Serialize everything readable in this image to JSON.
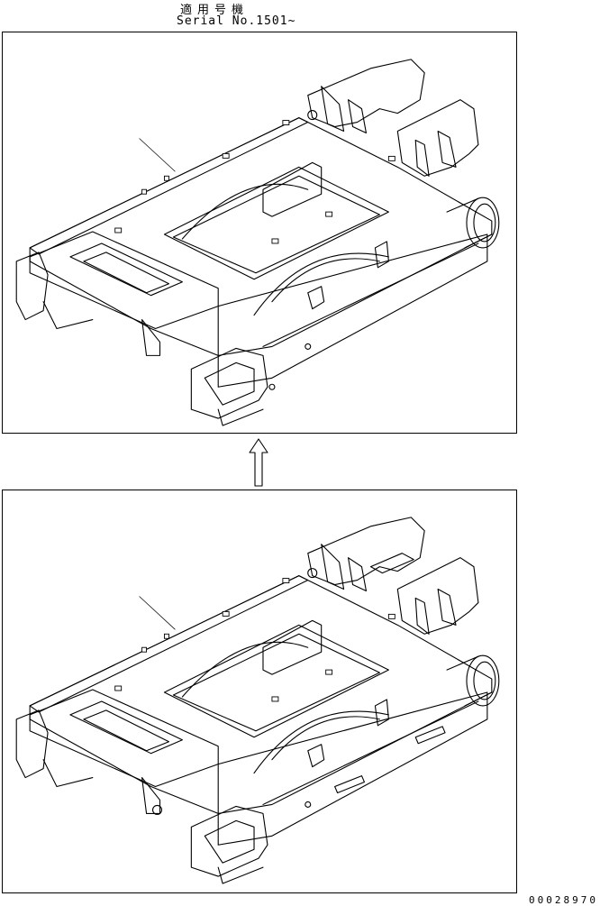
{
  "header": {
    "applicability_label": "適用号機",
    "serial_label": "Serial No.1501~"
  },
  "drawing_number": "00028970",
  "views": [
    {
      "id": "top",
      "description": ""
    },
    {
      "id": "bottom",
      "description": ""
    }
  ]
}
